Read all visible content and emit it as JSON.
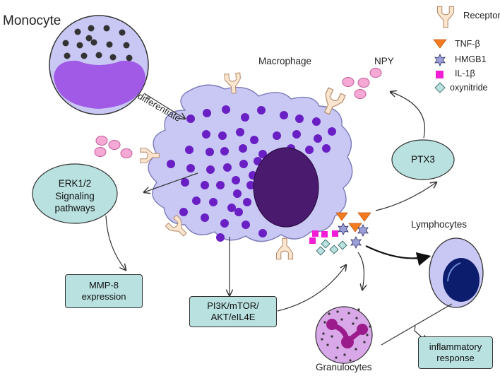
{
  "labels": {
    "monocyte": "Monocyte",
    "differentiate": "differentiate",
    "macrophage": "Macrophage",
    "npy": "NPY",
    "lymphocytes": "Lymphocytes",
    "granulocytes": "Granulocytes"
  },
  "boxes": {
    "erk_line1": "ERK1/2",
    "erk_line2": "Signaling",
    "erk_line3": "pathways",
    "mmp_line1": "MMP-8",
    "mmp_line2": "expression",
    "pi3k_line1": "PI3K/mTOR/",
    "pi3k_line2": "AKT/eIL4E",
    "ptx3": "PTX3",
    "inflam_line1": "inflammatory",
    "inflam_line2": "response"
  },
  "legend": {
    "receptor": "Receptor",
    "tnf": "TNF-β",
    "hmgb1": "HMGB1",
    "il1": "IL-1β",
    "oxynitride": "oxynitride"
  },
  "colors": {
    "cell_fill": "#c9c8f5",
    "cell_stroke": "#7b7ab8",
    "dots": "#6a1fc4",
    "nucleus": "#4a1a6e",
    "monocyte_nucleus": "#a05ae6",
    "box_fill": "#b9e1e0",
    "receptor_fill": "#fbe5cf",
    "receptor_stroke": "#b48a6a",
    "npy_fill": "#f6a9d4",
    "tnf": "#f47b20",
    "hmgb1": "#9c9fd8",
    "il1": "#f21ed6",
    "oxynitride": "#b9e1e0",
    "lymph_nucleus": "#0d1d6e",
    "granulocyte": "#d8a8e8",
    "granulocyte_nucleus": "#9b1b8c"
  }
}
